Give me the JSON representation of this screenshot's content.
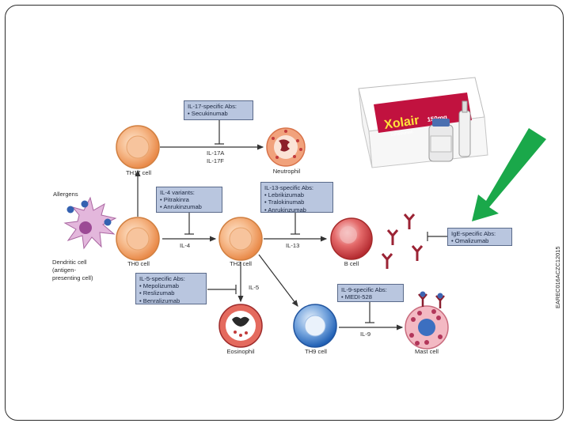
{
  "colors": {
    "box_fill": "#b9c6df",
    "box_border": "#5a6a8a",
    "cell_orange": "#f3a469",
    "bcell_red": "#d9474b",
    "th9_blue": "#3a76c7",
    "arrow_green": "#1aa84a"
  },
  "side_code": "EAREC016ACZC12015",
  "boxes": {
    "il17": {
      "title": "IL-17-specific Abs:",
      "items": [
        "• Secukinumab"
      ]
    },
    "il4": {
      "title": "IL-4 variants:",
      "items": [
        "• Pitrakinra",
        "• Anrukinzumab"
      ]
    },
    "il13": {
      "title": "IL-13-specific Abs:",
      "items": [
        "• Lebrikizumab",
        "• Tralokinumab",
        "• Anrukinzumab"
      ]
    },
    "il5": {
      "title": "IL-5-specific Abs:",
      "items": [
        "• Mepolizumab",
        "• Reslizumab",
        "• Benralizumab"
      ]
    },
    "il9": {
      "title": "IL-9-specific Abs:",
      "items": [
        "• MEDI-528"
      ]
    },
    "ige": {
      "title": "IgE-specific Abs:",
      "items": [
        "• Omalizumab"
      ]
    }
  },
  "labels": {
    "allergens": "Allergens",
    "il17a": "IL-17A",
    "il17f": "IL-17F",
    "il4": "IL-4",
    "il13": "IL-13",
    "il5": "IL-5",
    "il9": "IL-9"
  },
  "cells": {
    "th17": "TH17 cell",
    "neutrophil": "Neutrophil",
    "th0": "TH0 cell",
    "th2": "TH2 cell",
    "bcell": "B cell",
    "dendritic": "Dendritic cell",
    "dendritic2": "(antigen-",
    "dendritic3": "presenting cell)",
    "eosinophil": "Eosinophil",
    "th9": "TH9 cell",
    "mast": "Mast cell"
  },
  "product": {
    "brand": "Xolair",
    "dose": "150mg",
    "sub": "Omalizumab"
  }
}
